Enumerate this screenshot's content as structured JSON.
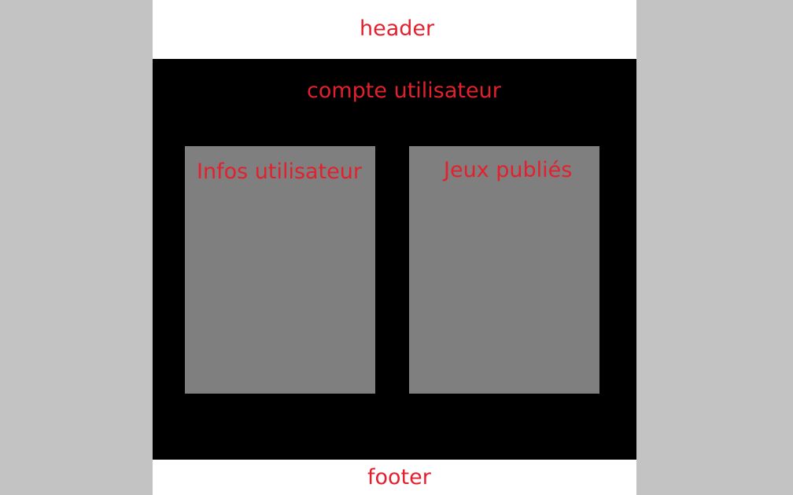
{
  "colors": {
    "side_background": "#c3c3c3",
    "header_background": "#ffffff",
    "main_background": "#000000",
    "panel_background": "#7f7f7f",
    "footer_background": "#ffffff",
    "label_color": "#e3202e"
  },
  "header": {
    "label": "header"
  },
  "main": {
    "label": "compte utilisateur",
    "panels": [
      {
        "label": "Infos utilisateur"
      },
      {
        "label": "Jeux publiés"
      }
    ]
  },
  "footer": {
    "label": "footer"
  }
}
